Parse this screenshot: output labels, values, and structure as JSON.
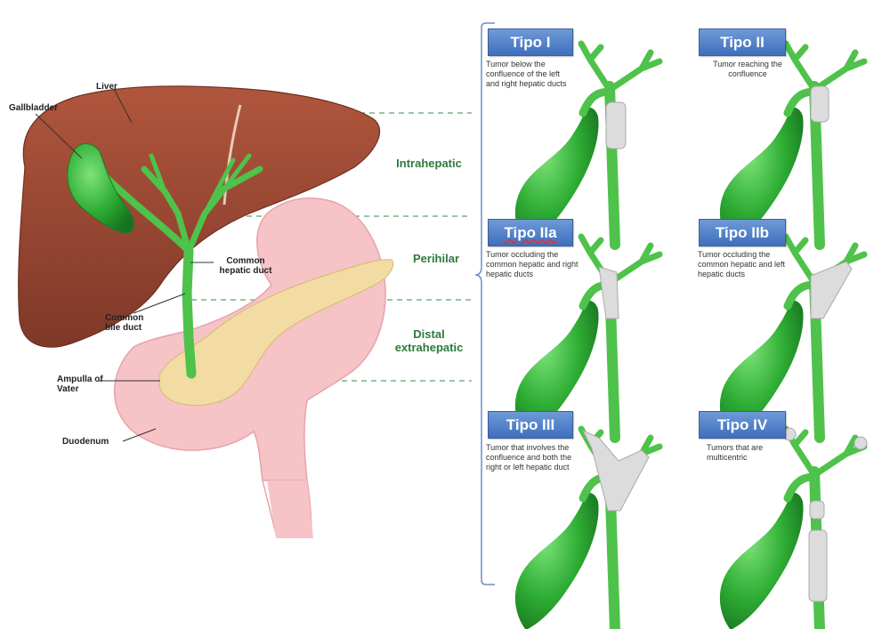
{
  "anatomy_labels": {
    "liver": "Liver",
    "gallbladder": "Gallbladder",
    "common_hepatic_duct": "Common hepatic duct",
    "common_bile_duct": "Common bile duct",
    "ampulla": "Ampulla of Vater",
    "duodenum": "Duodenum"
  },
  "zones": {
    "intrahepatic": "Intrahepatic",
    "perihilar": "Perihilar",
    "distal": "Distal extrahepatic"
  },
  "types": [
    {
      "label": "Tipo I",
      "desc": "Tumor below the confluence of the left and right hepatic ducts"
    },
    {
      "label": "Tipo II",
      "desc": "Tumor reaching the confluence"
    },
    {
      "label": "Tipo IIa",
      "desc": "Tumor occluding the common hepatic and right hepatic ducts"
    },
    {
      "label": "Tipo IIb",
      "desc": "Tumor occluding the common hepatic and left hepatic ducts"
    },
    {
      "label": "Tipo III",
      "desc": "Tumor that involves the confluence and both the right or left hepatic duct"
    },
    {
      "label": "Tipo IV",
      "desc": "Tumors that are multicentric"
    }
  ],
  "colors": {
    "liver": "#9c4a35",
    "gallbladder": "#35b237",
    "duct": "#4ec24a",
    "tumor": "#dcdcdc",
    "stomach": "#f6c3c7",
    "pancreas": "#f2dca3",
    "zone_text": "#2d7a3c",
    "tipo_badge": "#4f7ec8"
  }
}
